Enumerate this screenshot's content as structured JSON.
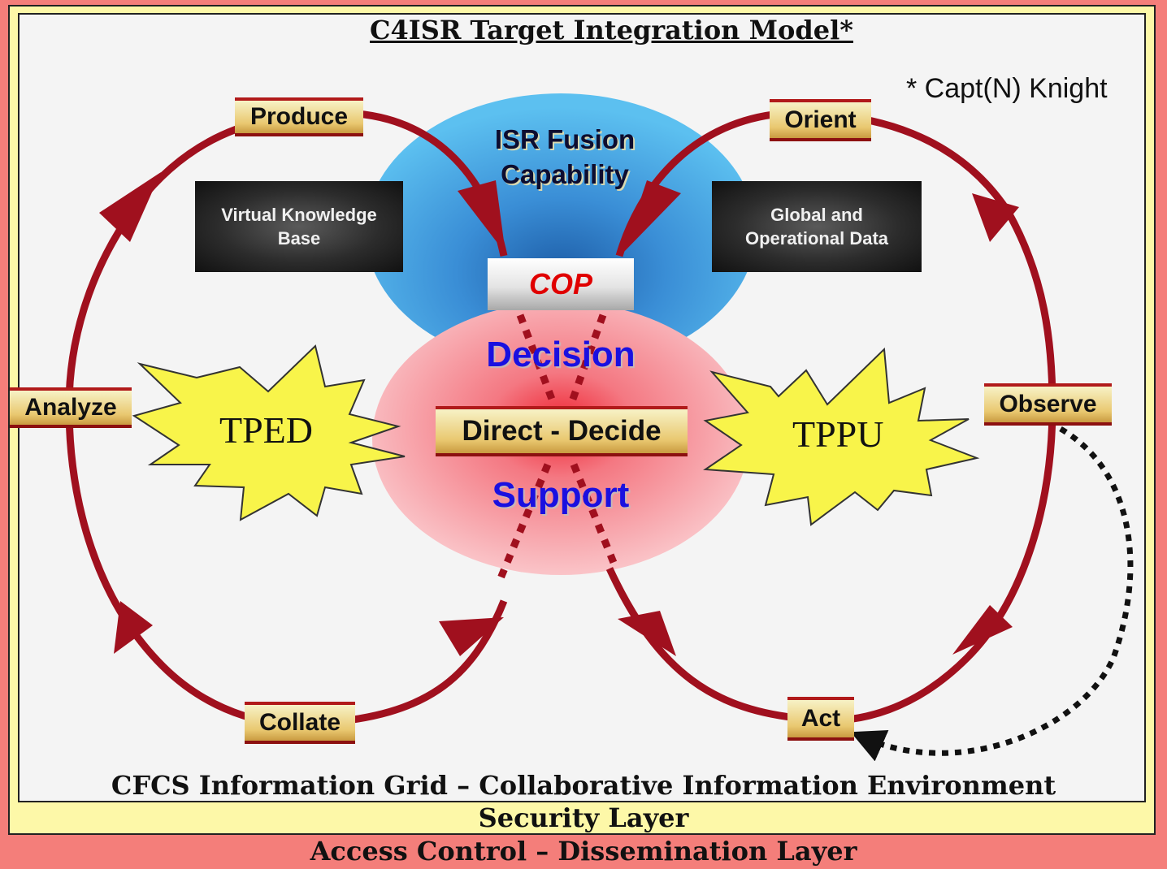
{
  "title": "C4ISR Target Integration Model*",
  "credit": "* Capt(N) Knight",
  "isr_fusion": {
    "line1": "ISR Fusion",
    "line2": "Capability"
  },
  "cop": "COP",
  "decision": "Decision",
  "direct_decide": "Direct - Decide",
  "support": "Support",
  "virtual_knowledge": {
    "line1": "Virtual Knowledge",
    "line2": "Base"
  },
  "global_data": {
    "line1": "Global and",
    "line2": "Operational Data"
  },
  "left_cycle": {
    "name": "TPED",
    "stages": [
      "Produce",
      "Analyze",
      "Collate"
    ]
  },
  "right_cycle": {
    "name": "TPPU",
    "stages": [
      "Orient",
      "Observe",
      "Act"
    ]
  },
  "layers": {
    "grid": "CFCS Information Grid – Collaborative Information Environment",
    "security": "Security Layer",
    "access": "Access Control – Dissemination Layer"
  },
  "colors": {
    "loop": "#a0101e",
    "star": "#f8f44a",
    "isr_blob": "#4ab4e8",
    "decision_blob": "#f6a0a8",
    "accent_blue": "#1a10e0",
    "cop_text": "#e00000"
  }
}
